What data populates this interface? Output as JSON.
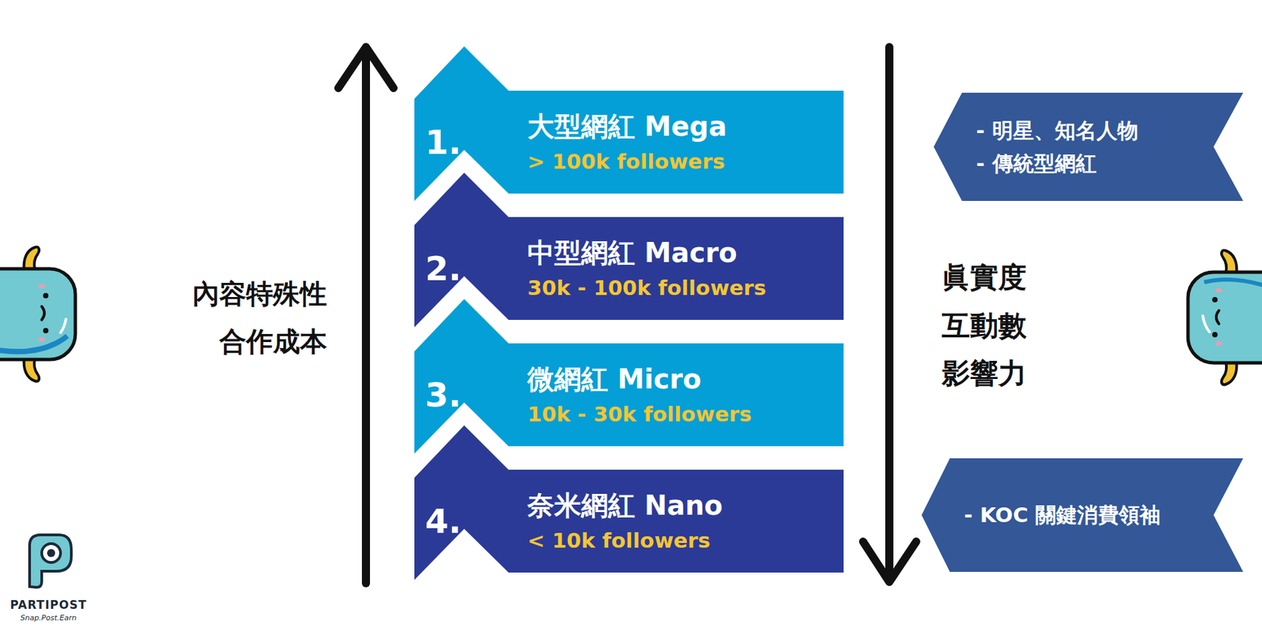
{
  "diagram": {
    "nodes": [
      {
        "text": [
          "1.",
          "大型網紅 Mega",
          "> 100k followers"
        ]
      },
      {
        "text": [
          "2.",
          "中型網紅 Macro",
          "30k - 100k followers"
        ]
      },
      {
        "text": [
          "3.",
          "微網紅 Micro",
          "10k - 30k followers"
        ]
      },
      {
        "text": [
          "4.",
          "奈米網紅 Nano",
          "< 10k followers"
        ]
      },
      {
        "text": [
          "- 明星、知名人物",
          "- 傳統型網紅"
        ]
      },
      {
        "text": [
          "- KOC 關鍵消費領袖"
        ]
      }
    ],
    "labels": [
      "內容特殊性",
      "合作成本",
      "眞實度",
      "互動數",
      "影響力",
      "PARTIPOST",
      "Snap.Post.Earn"
    ]
  }
}
